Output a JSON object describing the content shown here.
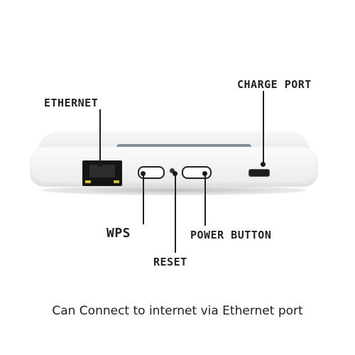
{
  "labels": {
    "charge_port": "CHARGE PORT",
    "ethernet": "ETHERNET",
    "wps": "WPS",
    "power_button": "POWER BUTTON",
    "reset": "RESET"
  },
  "caption": "Can Connect to internet via Ethernet port",
  "colors": {
    "text": "#222222",
    "device_body": "#f2f2f2",
    "port_dark": "#151515",
    "ethernet_led": "#c9c53a"
  },
  "icons": {
    "ethernet_port": "rj45-port-icon",
    "usb_port": "micro-usb-port-icon"
  }
}
